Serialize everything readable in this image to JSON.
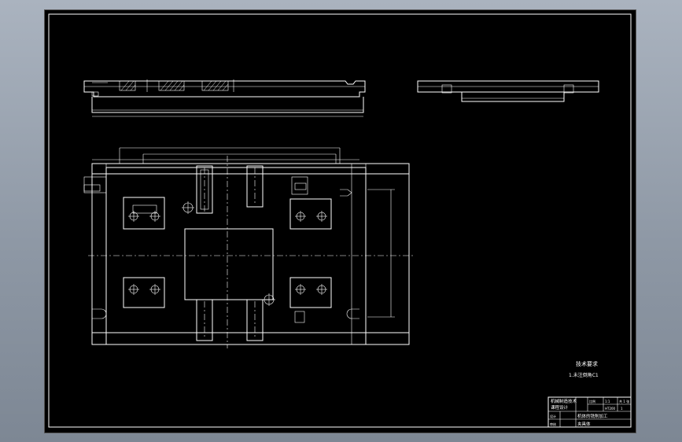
{
  "drawing": {
    "tech_requirements": {
      "heading": "技术要求",
      "item": "1.未注倒角C1"
    },
    "title_block": {
      "school": "机械制造技术",
      "school_line2": "课程设计",
      "part_name": "机体的铣削加工",
      "part_name_line2": "夹具体",
      "scale_label": "比例",
      "scale_value": "1:1",
      "sheet_label": "共 1 张",
      "material": "HT200",
      "qty": "1",
      "design_label": "设计",
      "check_label": "审核"
    }
  },
  "colors": {
    "background": "#000000",
    "lines": "#ffffff",
    "chrome": "#9aa3af"
  }
}
